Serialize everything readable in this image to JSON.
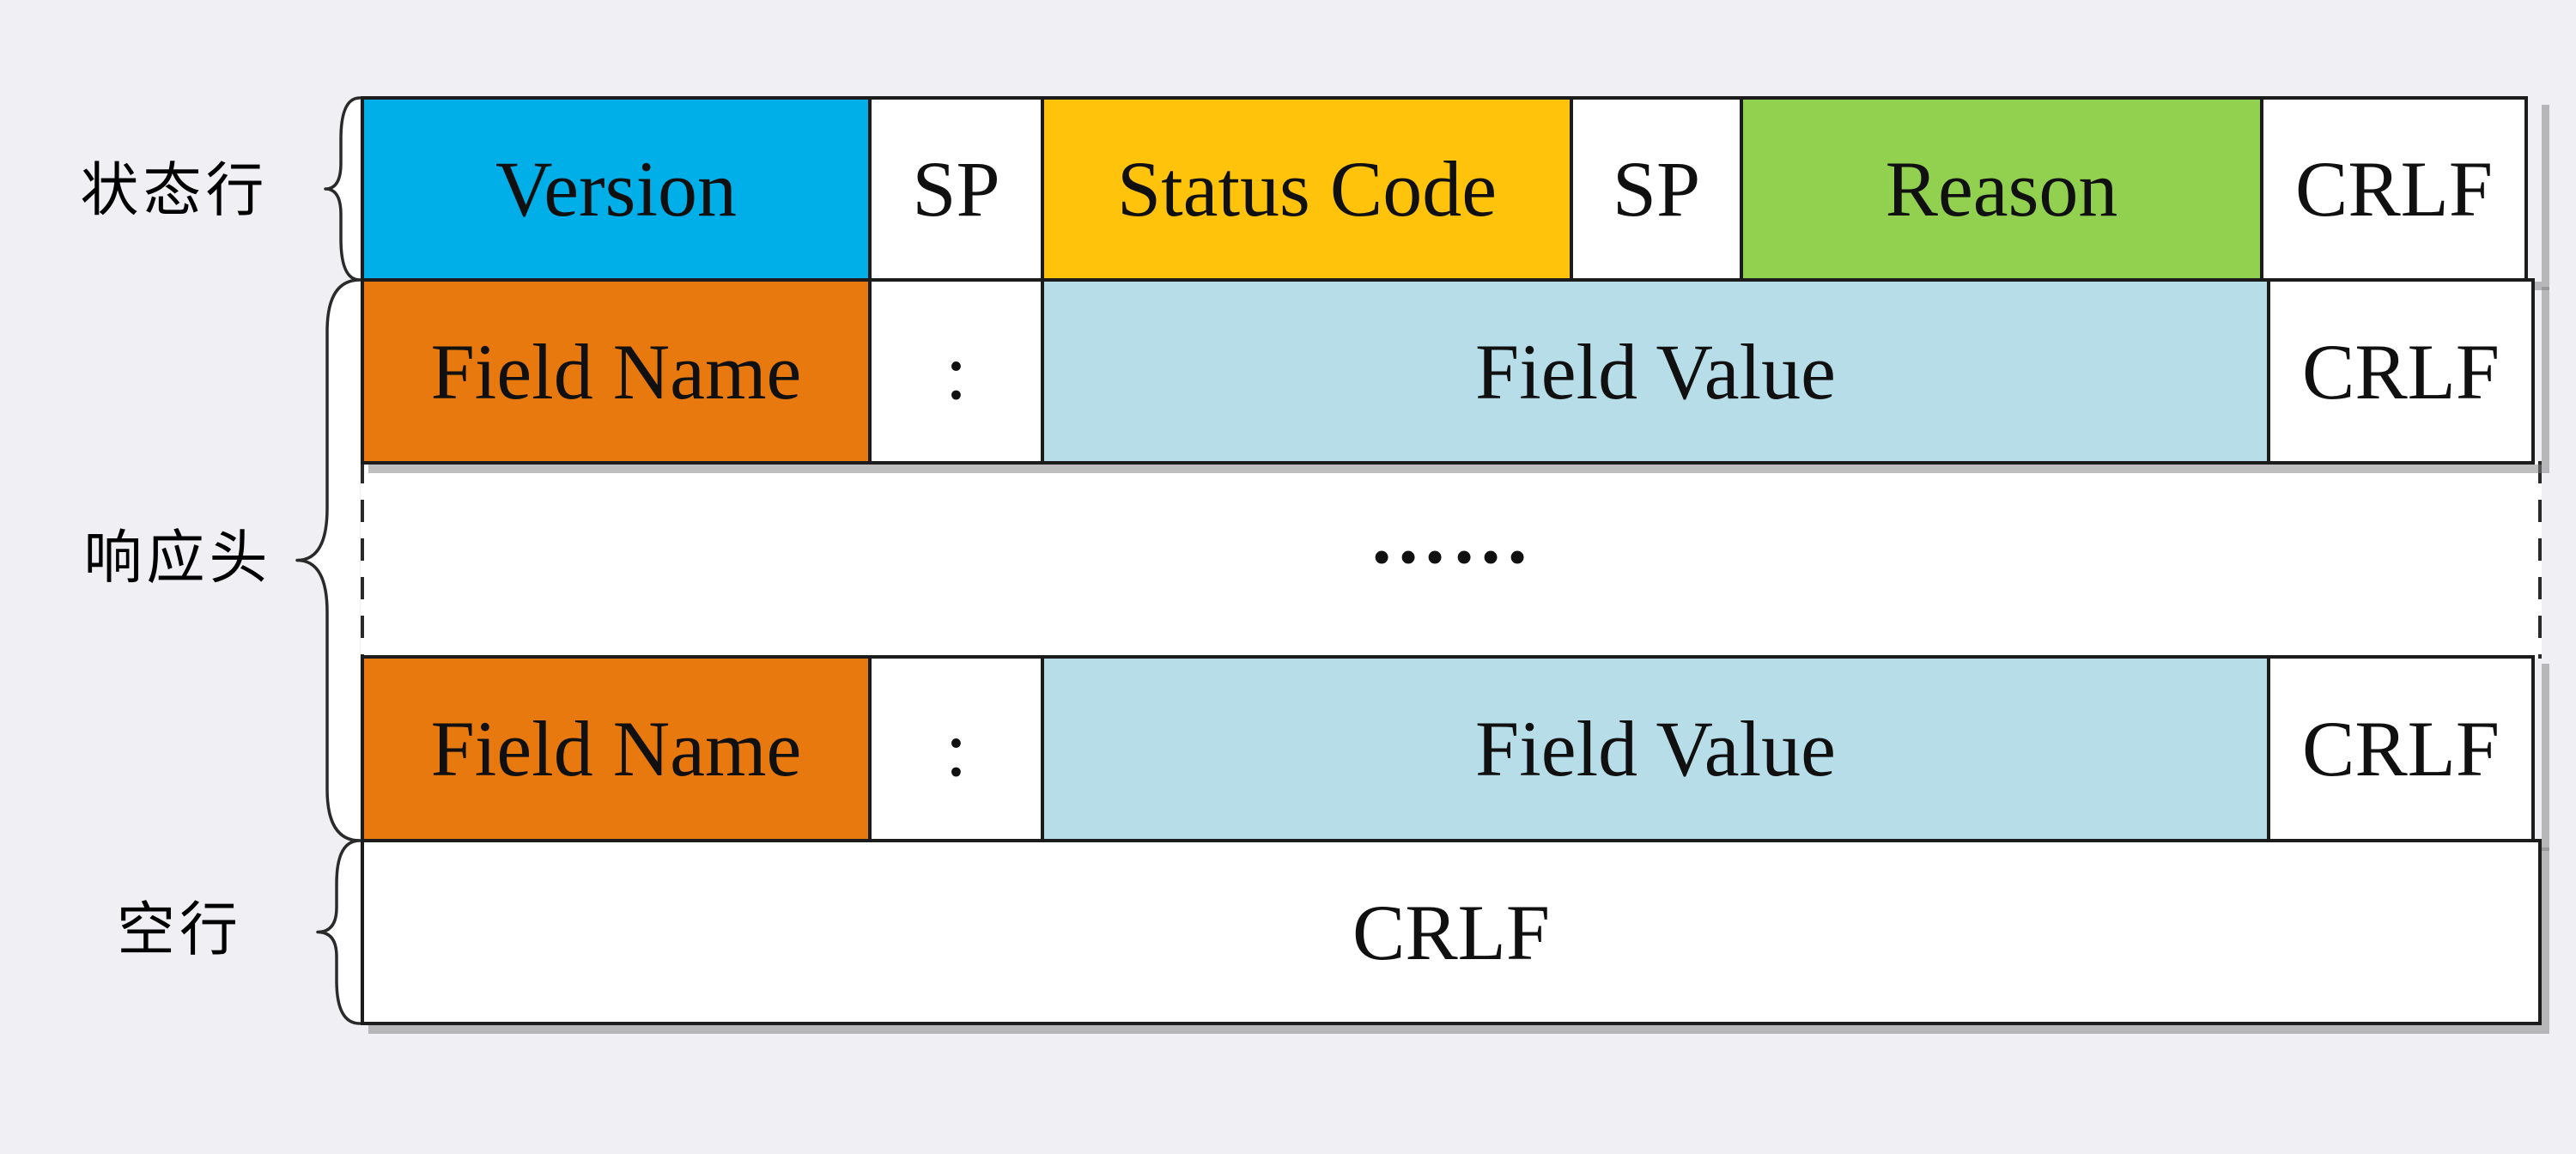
{
  "groups": [
    {
      "label": "状态行"
    },
    {
      "label": "响应头"
    },
    {
      "label": "空行"
    }
  ],
  "status_line": {
    "cells": [
      {
        "text": "Version"
      },
      {
        "text": "SP"
      },
      {
        "text": "Status Code"
      },
      {
        "text": "SP"
      },
      {
        "text": "Reason"
      },
      {
        "text": "CRLF"
      }
    ]
  },
  "header_rows": [
    {
      "cells": [
        {
          "text": "Field Name"
        },
        {
          "text": ":"
        },
        {
          "text": "Field Value"
        },
        {
          "text": "CRLF"
        }
      ]
    },
    {
      "cells": [
        {
          "text": "Field Name"
        },
        {
          "text": ":"
        },
        {
          "text": "Field Value"
        },
        {
          "text": "CRLF"
        }
      ]
    }
  ],
  "ellipsis": "……",
  "blank_line": {
    "text": "CRLF"
  },
  "palette": {
    "background": "#F0EFF4",
    "version_blue": "#00AEE8",
    "status_code_yellow": "#FFC30B",
    "reason_green": "#92D050",
    "field_name_orange": "#E8790F",
    "field_value_light_blue": "#B6DDE8",
    "border_black": "#1C1C1C",
    "shadow_gray": "#7D7D7D"
  }
}
